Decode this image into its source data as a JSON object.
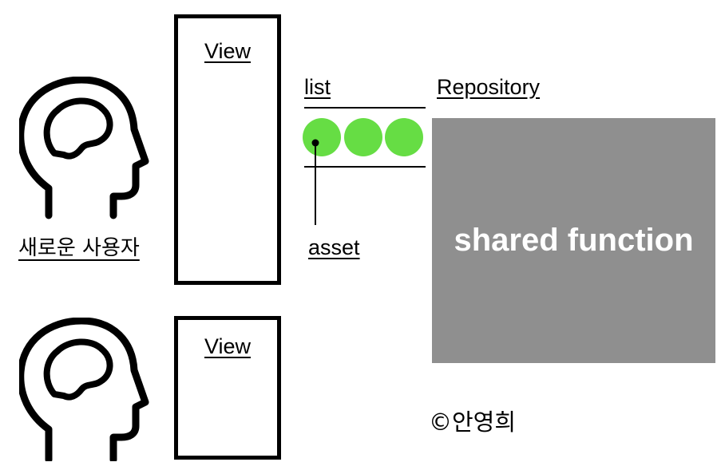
{
  "users": [
    {
      "label": "새로운 사용자",
      "icon": "head-brain-icon"
    },
    {
      "label": "",
      "icon": "head-brain-icon"
    }
  ],
  "views": [
    {
      "label": "View"
    },
    {
      "label": "View"
    }
  ],
  "list": {
    "label": "list",
    "item_count": 3,
    "item_color": "#66dd44",
    "pointer_label": "asset"
  },
  "repository": {
    "label": "Repository",
    "box_text": "shared function",
    "box_color": "#8f8f8f"
  },
  "copyright": "©안영희"
}
